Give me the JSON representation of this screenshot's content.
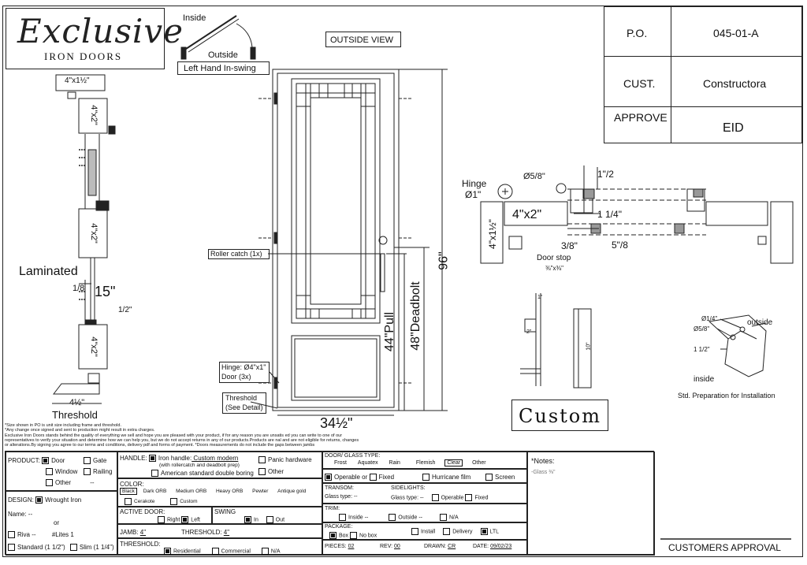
{
  "logo": {
    "script": "Exclusive",
    "sub": "IRON  DOORS"
  },
  "swing": {
    "inside": "Inside",
    "outside": "Outside",
    "type": "Left Hand In-swing"
  },
  "view_label": "OUTSIDE VIEW",
  "title_block": {
    "po_label": "P.O.",
    "po_value": "045-01-A",
    "cust_label": "CUST.",
    "cust_value": "Constructora",
    "approve_label": "APPROVE",
    "approve_value": "EID"
  },
  "section": {
    "top_tube": "4\"x1½\"",
    "tube1": "4\"x2\"",
    "tube2": "4\"x2\"",
    "tube3": "4\"x2\"",
    "laminated": "Laminated",
    "glass_frac": "1/8",
    "dim15": "15\"",
    "half": "1/2\"",
    "threshold_dim": "4½\"",
    "threshold": "Threshold"
  },
  "door": {
    "roller": "Roller catch  (1x)",
    "hinge": "Hinge: Ø4\"x1\"",
    "hinge_qty": "Door (3x)",
    "threshold": "Threshold",
    "threshold_detail": "(See Detail)",
    "width": "34½\"",
    "pull": "44\"Pull",
    "deadbolt": "48\"Deadbolt",
    "height": "96\""
  },
  "plan": {
    "hinge": "Hinge",
    "hinge_dia": "Ø1\"",
    "bolt": "Ø5/8\"",
    "one_half": "1\"/2",
    "tube": "4\"x2\"",
    "jamb": "4\"x1½\"",
    "quarter": "1 1/4\"",
    "three_eighth": "3/8\"",
    "five_eighth": "5\"/8",
    "door_stop": "Door stop",
    "door_stop_size": "⅜\"x⅜\""
  },
  "install": {
    "d14": "Ø1/4\"",
    "d58": "Ø5/8\"",
    "d112": "1 1/2\"",
    "outside": "outside",
    "inside": "inside",
    "caption": "Std. Preparation for Installation"
  },
  "custom_label": "Custom",
  "handle_dims": {
    "a": "1\"",
    "b": "2\"",
    "c": "10\""
  },
  "notes": [
    "*Size shown in PO is unit size including frame and threshold.",
    "*Any change once signed and sent to production might result in extra charges.",
    "Exclusive Iron Doors stands behind the quality of everything we sell and hope you are pleased with your product, if for any reason you are unsatis    ed you can write to one of our",
    "representatives to verify your situation and determine how we can help you, but we do not accept returns in any of our products.Products are     nal and are not eligible for returns, changes",
    "or alterations.By signing you agree to our terms and conditions, delivery pdf and forms of payment. *Doors measurements do not include the gaps between jambs"
  ],
  "form": {
    "product": "PRODUCT:",
    "door": "Door",
    "gate": "Gate",
    "window": "Window",
    "railing": "Railing",
    "other": "Other",
    "other_val": "--",
    "design": "DESIGN:",
    "wrought": "Wrought Iron",
    "name": "Name:",
    "name_val": "--",
    "or": "or",
    "riva": "Riva",
    "riva_val": "--",
    "lites": "#Lites",
    "lites_val": "1",
    "standard": "Standard (1 1/2\")",
    "slim": "Slim (1 1/4\")",
    "handle": "HANDLE:",
    "iron_handle": "Iron handle:",
    "iron_handle_val": " Custom modern",
    "iron_handle_note": "(with rollercatch and deadbolt prep)",
    "panic": "Panic hardware",
    "american": "American standard double boring",
    "handle_other": "Other",
    "color": "COLOR:",
    "colors": [
      "Black",
      "Dark ORB",
      "Medium ORB",
      "Heavy ORB",
      "Pewter",
      "Antique gold"
    ],
    "cerakote": "Cerakote",
    "custom": "Custom",
    "active_door": "ACTIVE DOOR:",
    "right": "Right",
    "left": "Left",
    "swing": "SWING",
    "in": "In",
    "out": "Out",
    "jamb": "JAMB:",
    "jamb_val": "4\"",
    "threshold_lbl": "THRESHOLD:",
    "threshold_val": "4\"",
    "threshold_type": "THRESHOLD:",
    "residential": "Residential",
    "commercial": "Commercial",
    "na": "N/A",
    "glass": "DOOR/ GLASS TYPE:",
    "glass_types": [
      "Frost",
      "Aquatex",
      "Rain",
      "Flemish",
      "Clear",
      "Other"
    ],
    "operable": "Operable",
    "or2": "or",
    "fixed": "Fixed",
    "hurricane": "Hurricane film",
    "screen": "Screen",
    "transom": "TRANSOM:",
    "transom_glass": "Glass type:",
    "transom_val": "--",
    "sidelights": "SIDELIGHTS:",
    "side_glass": "Glass type:",
    "side_val": "--",
    "operable2": "Operable",
    "fixed2": "Fixed",
    "trim": "TRIM:",
    "inside": "Inside",
    "inside_val": "--",
    "outside": "Outside",
    "outside_val": "--",
    "trim_na": "N/A",
    "package": "PACKAGE:",
    "box": "Box",
    "nobox": "No box",
    "install": "Install",
    "delivery": "Delivery",
    "ltl": "LTL",
    "pieces": "PIECES:",
    "pieces_val": "02",
    "rev": "REV:",
    "rev_val": "00",
    "drawn": "DRAWN:",
    "drawn_val": "CR",
    "date": "DATE:",
    "date_val": "09/02/23",
    "notes_lbl": "*Notes:",
    "notes_val": "-Glass ⅜\"",
    "approval": "CUSTOMERS APPROVAL"
  }
}
